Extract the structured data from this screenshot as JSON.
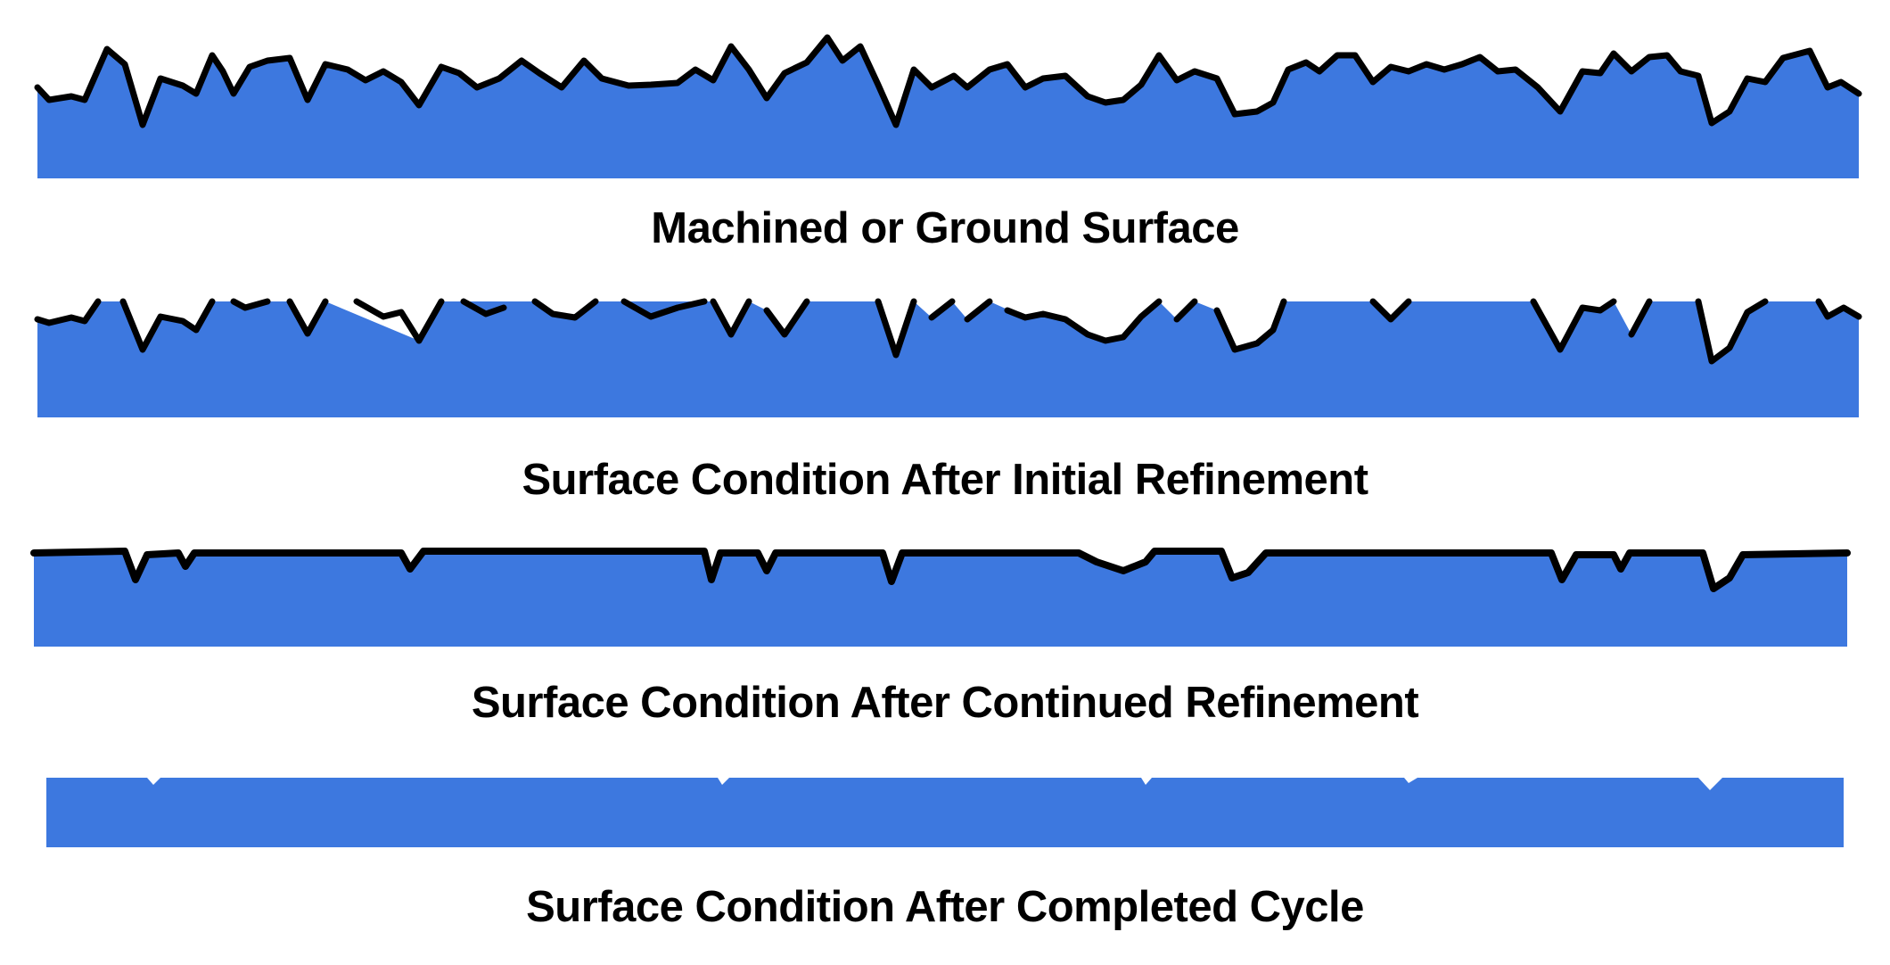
{
  "colors": {
    "surface_fill": "#3d78df",
    "outline": "#000000",
    "background": "#ffffff",
    "text": "#000000"
  },
  "stages": [
    {
      "label": "Machined or Ground Surface"
    },
    {
      "label": "Surface Condition After Initial Refinement"
    },
    {
      "label": "Surface Condition After Continued Refinement"
    },
    {
      "label": "Surface Condition After Completed Cycle"
    }
  ]
}
